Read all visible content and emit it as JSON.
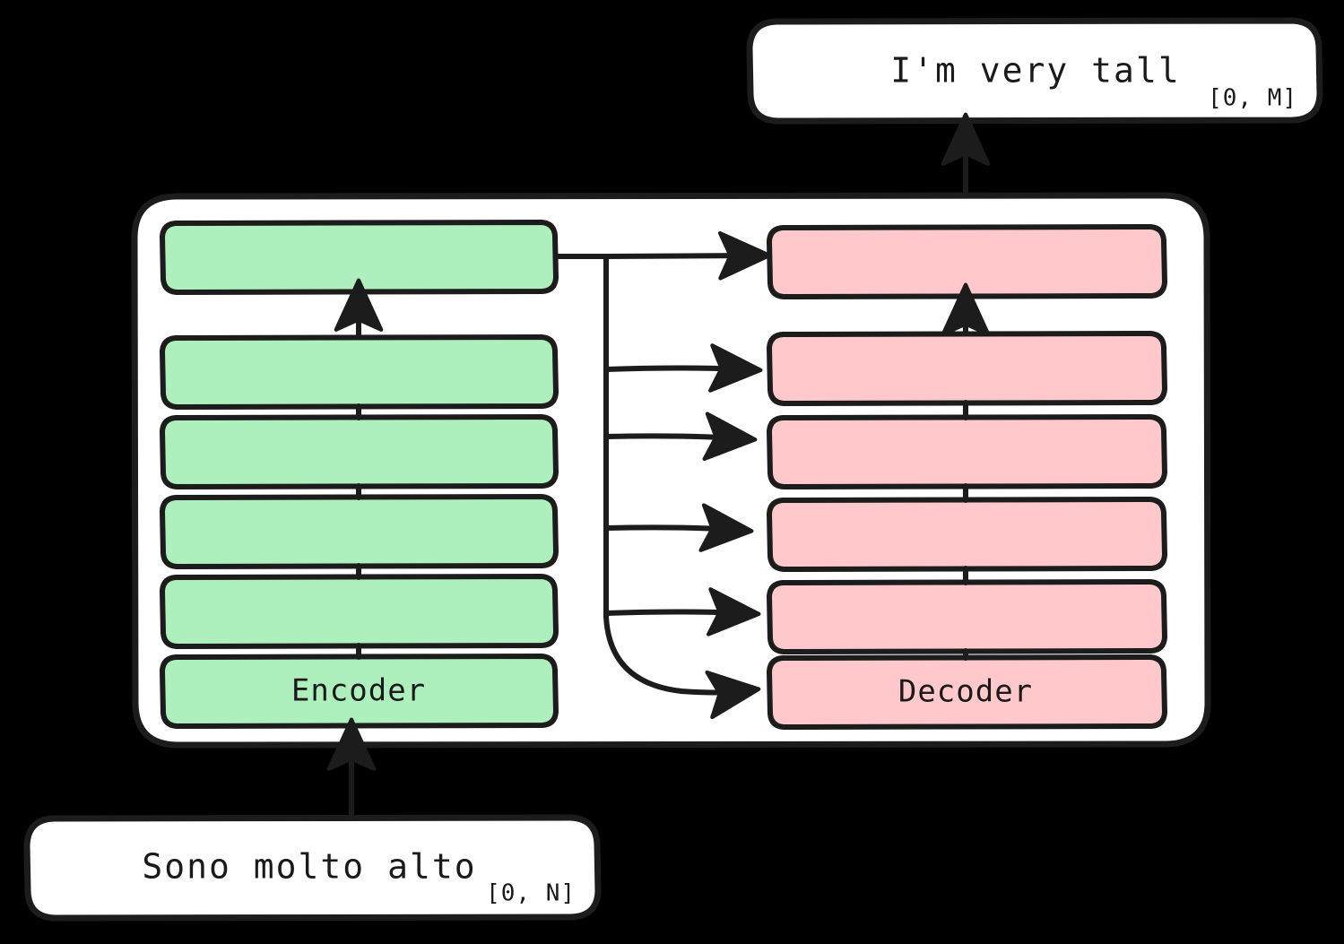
{
  "diagram": {
    "title": "Encoder-Decoder sequence-to-sequence translation diagram",
    "colors": {
      "background": "#000000",
      "container": "#ffffff",
      "encoder_fill": "#aef0bd",
      "decoder_fill": "#ffc9cb",
      "input_fill": "#98e6f2",
      "output_fill": "#fdeb96",
      "stroke": "#1c1c1c"
    },
    "input_node": {
      "text": "Sono molto alto",
      "range": "[0, N]"
    },
    "output_node": {
      "text": "I'm very tall",
      "range": "[0, M]"
    },
    "encoder": {
      "label": "Encoder",
      "layer_count": 6,
      "layers": [
        {
          "label": ""
        },
        {
          "label": ""
        },
        {
          "label": ""
        },
        {
          "label": ""
        },
        {
          "label": ""
        },
        {
          "label": "Encoder"
        }
      ]
    },
    "decoder": {
      "label": "Decoder",
      "layer_count": 6,
      "layers": [
        {
          "label": ""
        },
        {
          "label": ""
        },
        {
          "label": ""
        },
        {
          "label": ""
        },
        {
          "label": ""
        },
        {
          "label": "Decoder"
        }
      ]
    },
    "connections": {
      "input_to_encoder": "arrow-up",
      "encoder_internal": "arrow-up",
      "cross_attention_arrows": 6,
      "decoder_internal": "arrow-up",
      "decoder_to_output": "arrow-up"
    }
  }
}
